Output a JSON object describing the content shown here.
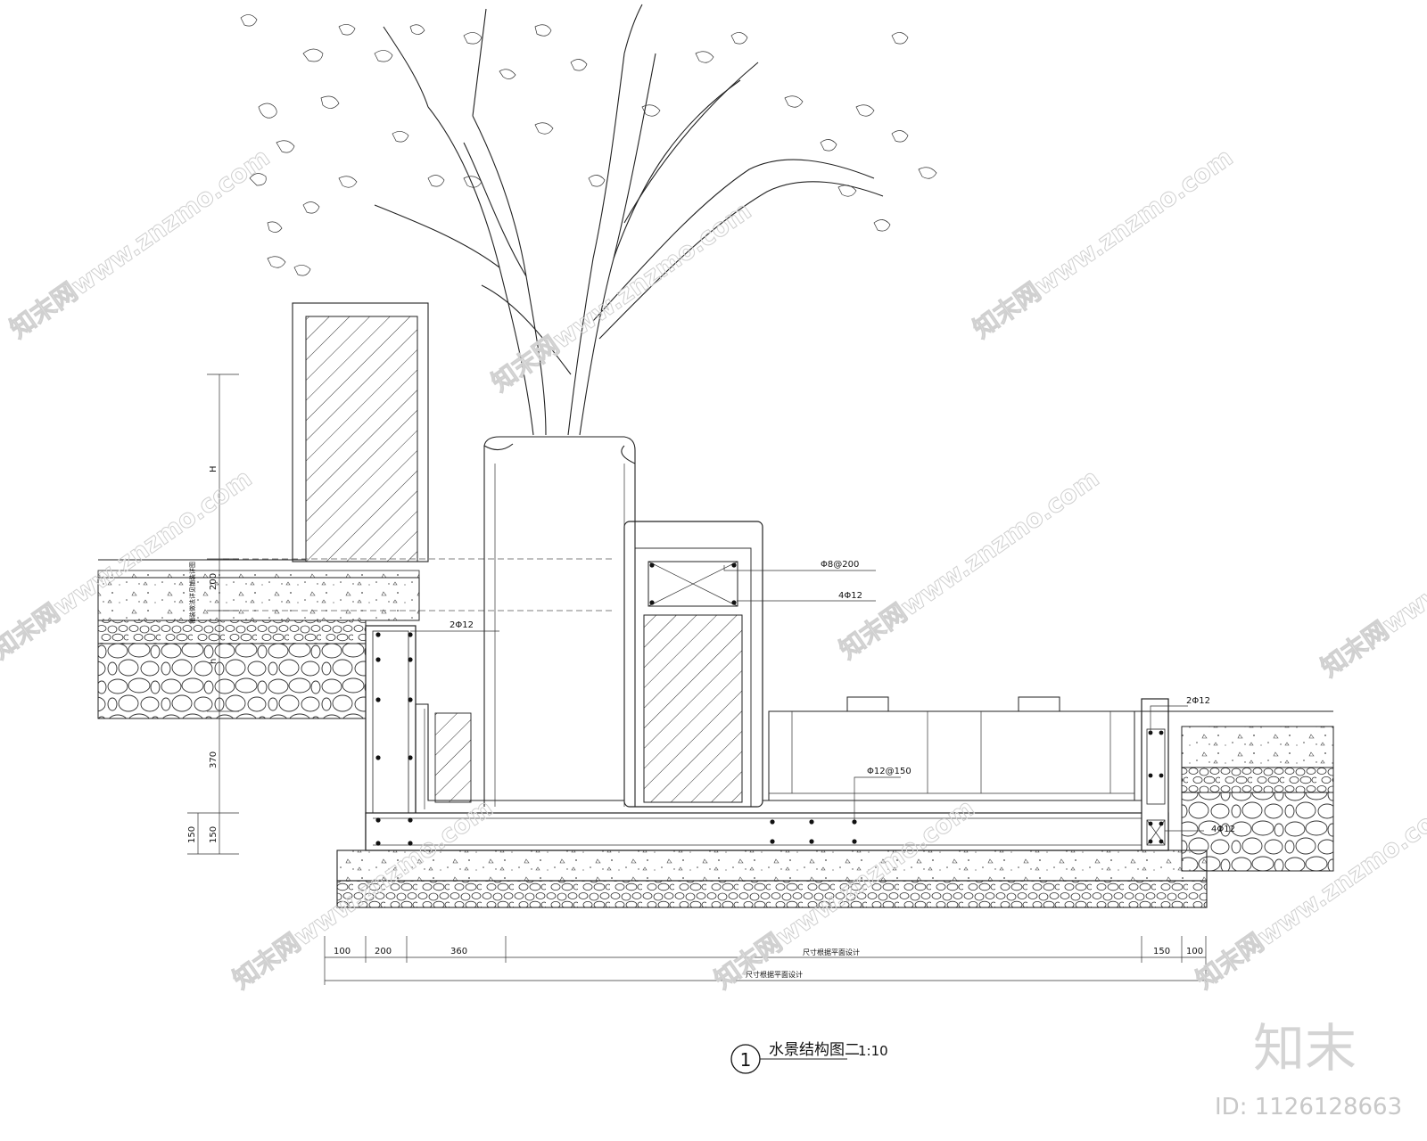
{
  "drawing": {
    "title_number": "1",
    "title": "水景结构图二",
    "scale": "1:10"
  },
  "annotations": {
    "rebar_stirrup": "Φ8@200",
    "rebar_top": "4Φ12",
    "rebar_wall_left": "2Φ12",
    "rebar_right_top": "2Φ12",
    "rebar_slab": "Φ12@150",
    "rebar_right_bottom": "4Φ12"
  },
  "vertical_dims": {
    "H": "H",
    "d200": "200",
    "h": "h",
    "d370": "370",
    "d150a": "150",
    "d150b": "150"
  },
  "horizontal_dims": {
    "d100a": "100",
    "d200": "200",
    "d360": "360",
    "mid_note": "尺寸根据平面设计",
    "d150": "150",
    "d100b": "100",
    "total_note": "尺寸根据平面设计"
  },
  "paving_note": "铺装做法详见铺装详图",
  "watermark": {
    "text": "知末网www.znzmo.com",
    "logo": "知末",
    "id": "ID: 1126128663"
  }
}
